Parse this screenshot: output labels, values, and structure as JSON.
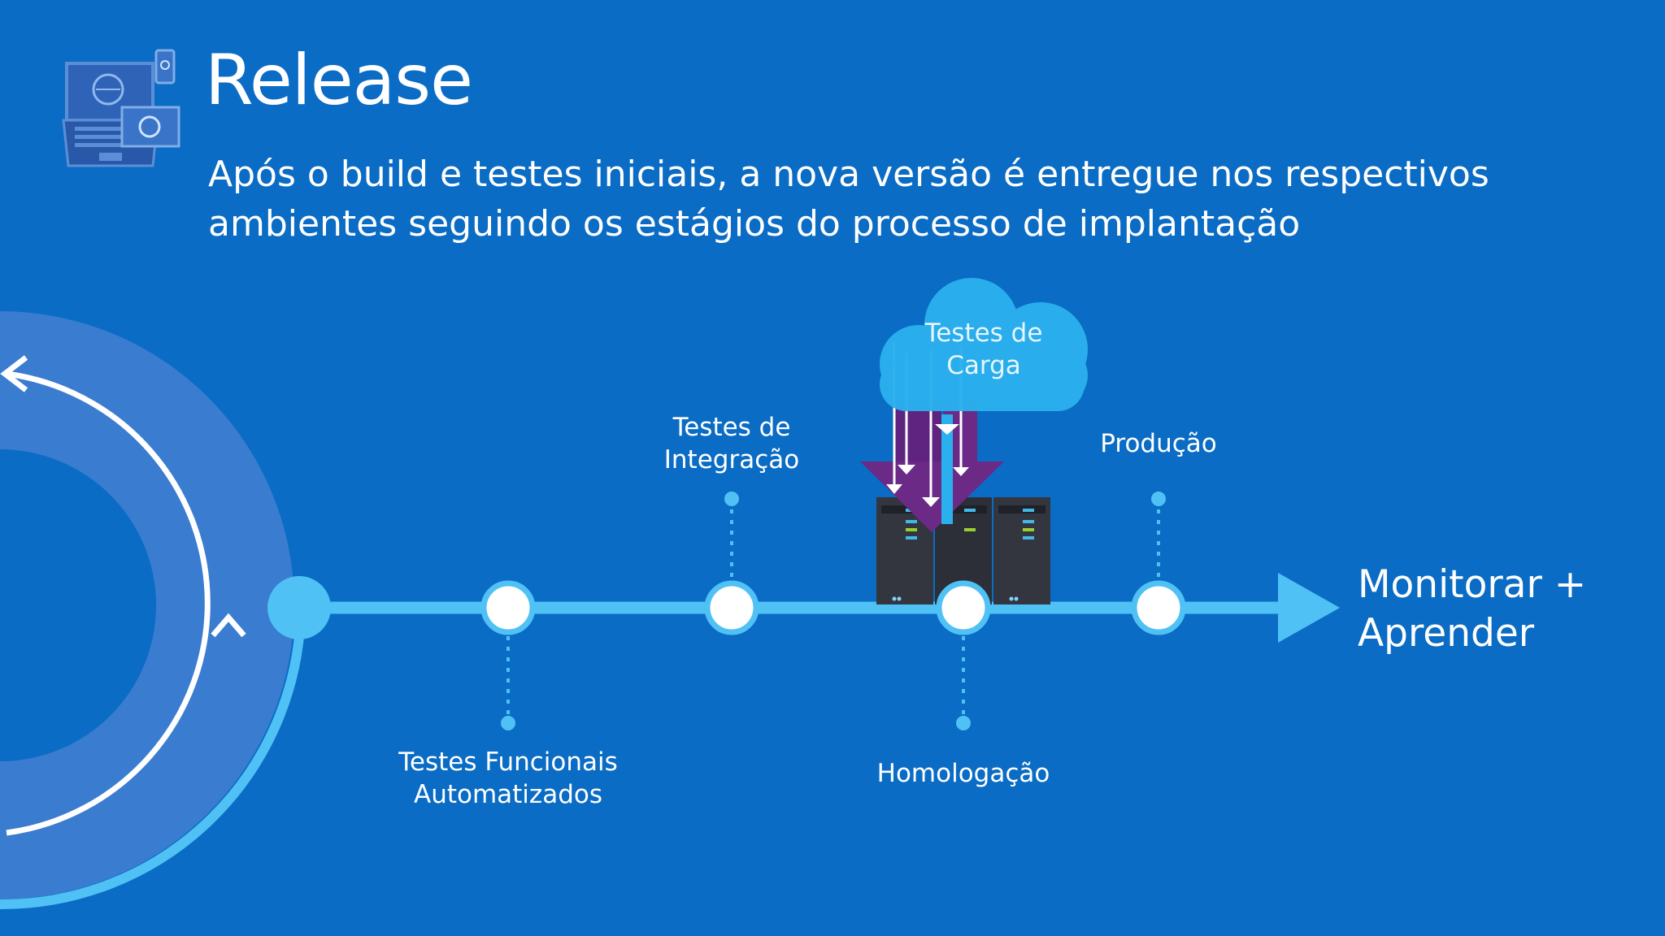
{
  "slide": {
    "title": "Release",
    "subtitle_lines": [
      "Após o build e testes iniciais, a nova versão é entregue nos respectivos",
      "ambientes seguindo os estágios do processo de implantação"
    ]
  },
  "stages": {
    "functional_tests": [
      "Testes Funcionais",
      "Automatizados"
    ],
    "integration_tests": [
      "Testes de",
      "Integração"
    ],
    "staging": [
      "Homologação"
    ],
    "production": [
      "Produção"
    ],
    "load_tests": [
      "Testes de",
      "Carga"
    ]
  },
  "outcome": [
    "Monitorar +",
    "Aprender"
  ],
  "colors": {
    "background": "#0a6cc4",
    "timeline": "#4fc1f5",
    "cloud": "#2ab0ee",
    "load_arrows": "#6b2a86",
    "ring": "#3a7cd0"
  },
  "icons": {
    "header": "devices-icon",
    "cycle": "cycle-arrows-icon",
    "servers": "server-rack-icon",
    "cloud": "cloud-icon"
  }
}
